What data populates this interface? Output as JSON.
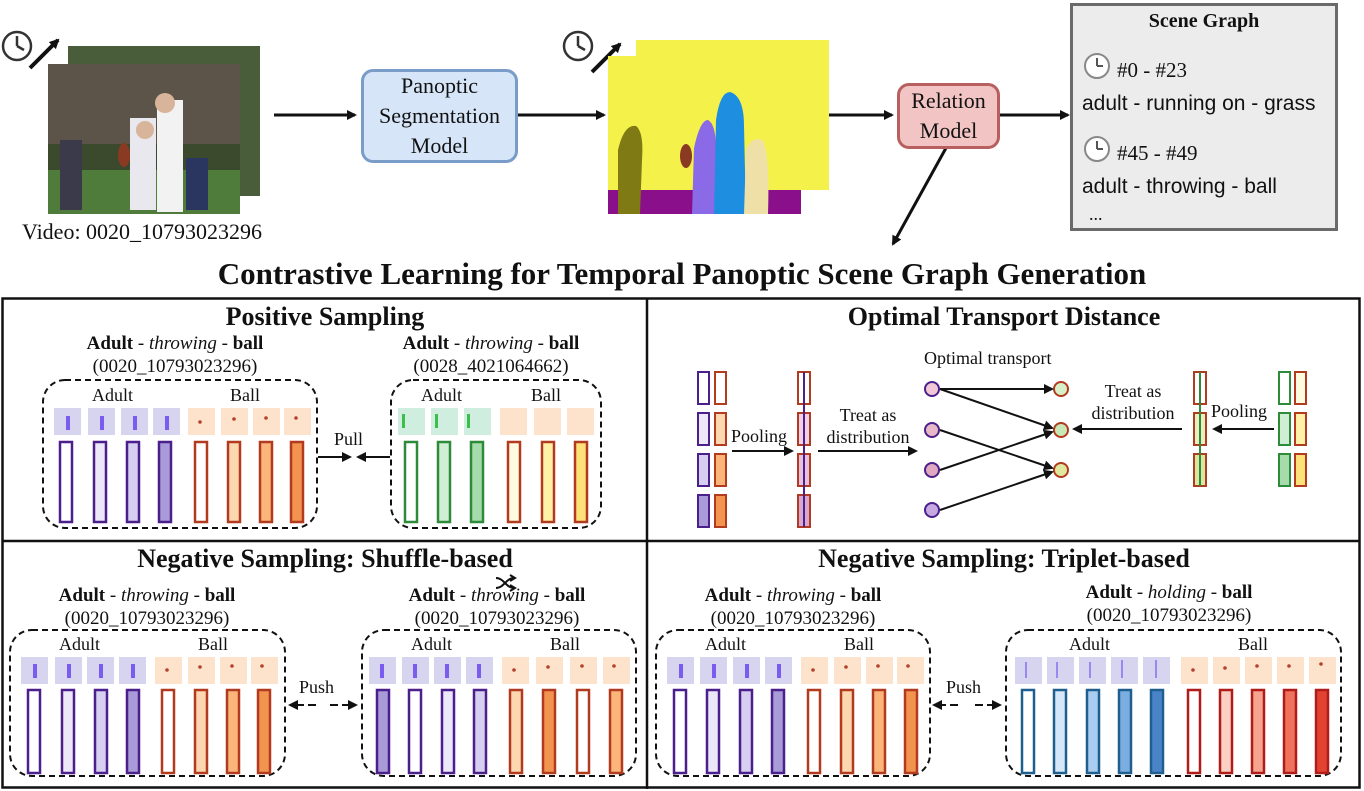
{
  "pipeline": {
    "video_caption": "Video: 0020_10793023296",
    "panoptic_model": [
      "Panoptic",
      "Segmentation",
      "Model"
    ],
    "relation_model": [
      "Relation",
      "Model"
    ]
  },
  "scene_graph": {
    "title": "Scene Graph",
    "entries": [
      {
        "range": "#0 - #23",
        "triplet": "adult - running on - grass"
      },
      {
        "range": "#45 - #49",
        "triplet": "adult - throwing - ball"
      }
    ],
    "more": "..."
  },
  "main_title": "Contrastive Learning for Temporal Panoptic Scene Graph Generation",
  "panels": {
    "positive": {
      "title": "Positive Sampling",
      "left": {
        "subject": "Adult",
        "predicate": "throwing",
        "object": "ball",
        "id": "(0020_10793023296)",
        "subject_label": "Adult",
        "object_label": "Ball"
      },
      "right": {
        "subject": "Adult",
        "predicate": "throwing",
        "object": "ball",
        "id": "(0028_4021064662)",
        "subject_label": "Adult",
        "object_label": "Ball"
      },
      "action": "Pull"
    },
    "optimal_transport": {
      "title": "Optimal Transport Distance",
      "pooling_left": "Pooling",
      "treat_left": [
        "Treat as",
        "distribution"
      ],
      "ot_label": "Optimal transport",
      "treat_right": [
        "Treat as",
        "distribution"
      ],
      "pooling_right": "Pooling"
    },
    "shuffle": {
      "title": "Negative Sampling: Shuffle-based",
      "left": {
        "subject": "Adult",
        "predicate": "throwing",
        "object": "ball",
        "id": "(0020_10793023296)",
        "subject_label": "Adult",
        "object_label": "Ball"
      },
      "right": {
        "subject": "Adult",
        "predicate": "throwing",
        "object": "ball",
        "id": "(0020_10793023296)",
        "subject_label": "Adult",
        "object_label": "Ball"
      },
      "action": "Push"
    },
    "triplet": {
      "title": "Negative Sampling: Triplet-based",
      "left": {
        "subject": "Adult",
        "predicate": "throwing",
        "object": "ball",
        "id": "(0020_10793023296)",
        "subject_label": "Adult",
        "object_label": "Ball"
      },
      "right": {
        "subject": "Adult",
        "predicate": "holding",
        "object": "ball",
        "id": "(0020_10793023296)",
        "subject_label": "Adult",
        "object_label": "Ball"
      },
      "action": "Push"
    }
  },
  "colors": {
    "purple": "#4b1f8c",
    "green": "#2e8b3a",
    "orange": "#d4532a",
    "blue": "#1f5f8f",
    "red": "#c8241f",
    "panoptic_fill": "#d6e6f8",
    "relation_fill": "#f2c4c4"
  }
}
